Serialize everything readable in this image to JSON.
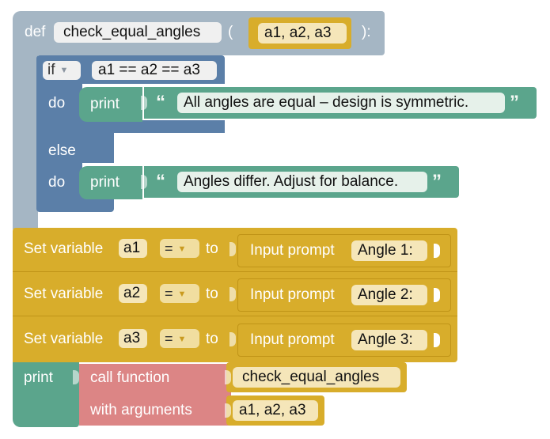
{
  "function_block": {
    "def_label": "def",
    "name": "check_equal_angles",
    "open_paren": "(",
    "params": "a1, a2, a3",
    "close_paren": "):"
  },
  "if_block": {
    "if_label": "if",
    "condition": "a1 == a2 == a3",
    "do_label": "do",
    "else_label": "else",
    "else_do_label": "do"
  },
  "print_true": {
    "label": "print",
    "open_quote": "“",
    "text": "All angles are equal – design is symmetric.",
    "close_quote": "”"
  },
  "print_false": {
    "label": "print",
    "open_quote": "“",
    "text": "Angles differ. Adjust for balance.",
    "close_quote": "”"
  },
  "set_blocks": [
    {
      "set_label": "Set variable",
      "var": "a1",
      "op": "=",
      "to_label": "to",
      "input_label": "Input prompt",
      "prompt": "Angle 1:"
    },
    {
      "set_label": "Set variable",
      "var": "a2",
      "op": "=",
      "to_label": "to",
      "input_label": "Input prompt",
      "prompt": "Angle 2:"
    },
    {
      "set_label": "Set variable",
      "var": "a3",
      "op": "=",
      "to_label": "to",
      "input_label": "Input prompt",
      "prompt": "Angle 3:"
    }
  ],
  "call_block": {
    "print_label": "print",
    "call_label": "call function",
    "func_name": "check_equal_angles",
    "args_label": "with arguments",
    "args": "a1, a2, a3"
  },
  "colors": {
    "function": "#a5b6c4",
    "logic": "#5b7fa8",
    "text": "#5ba58c",
    "variable": "#d8ad2b",
    "call": "#dc8585"
  }
}
